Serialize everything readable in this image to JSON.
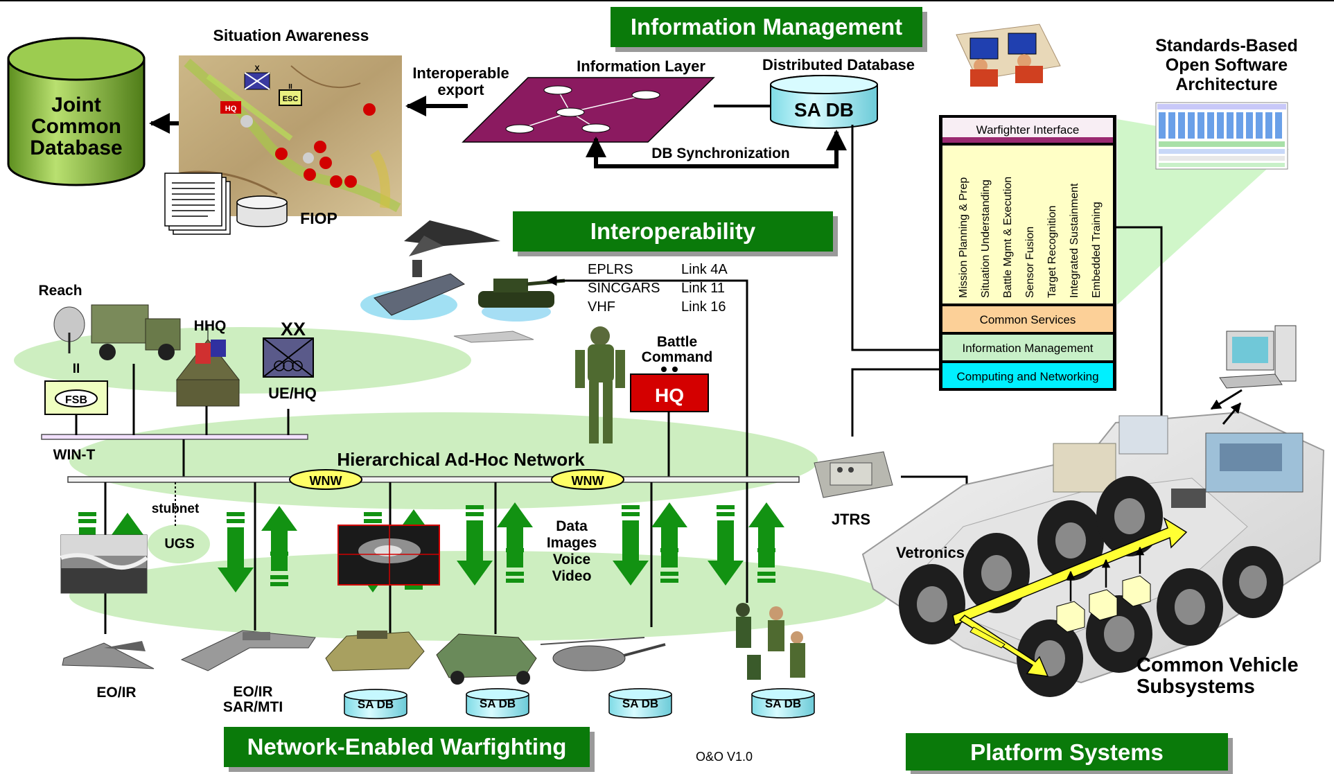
{
  "banners": {
    "information_management": "Information Management",
    "interoperability": "Interoperability",
    "network_enabled_warfighting": "Network-Enabled Warfighting",
    "platform_systems": "Platform Systems"
  },
  "joint_db": {
    "line1": "Joint",
    "line2": "Common",
    "line3": "Database"
  },
  "situation_awareness": "Situation Awareness",
  "fiop": "FIOP",
  "interoperable_export": {
    "line1": "Interoperable",
    "line2": "export"
  },
  "information_layer": "Information Layer",
  "distributed_database": "Distributed Database",
  "sa_db_main": "SA DB",
  "db_synchronization": "DB Synchronization",
  "standards": {
    "line1": "Standards-Based",
    "line2": "Open Software",
    "line3": "Architecture"
  },
  "software_stack": {
    "warfighter_interface": "Warfighter Interface",
    "apps": [
      "Mission Planning & Prep",
      "Situation Understanding",
      "Battle Mgmt & Execution",
      "Sensor Fusion",
      "Target Recognition",
      "Integrated Sustainment",
      "Embedded Training"
    ],
    "common_services": "Common Services",
    "information_management": "Information Management",
    "computing_networking": "Computing and Networking"
  },
  "links": {
    "radios": [
      "EPLRS",
      "SINCGARS",
      "VHF"
    ],
    "link_names": [
      "Link 4A",
      "Link 11",
      "Link 16"
    ]
  },
  "units": {
    "reach": "Reach",
    "hhq": "HHQ",
    "xx": "XX",
    "ue_hq": "UE/HQ",
    "ii": "II",
    "fsb": "FSB",
    "win_t": "WIN-T",
    "battle_command": {
      "line1": "Battle",
      "line2": "Command"
    },
    "hq": "HQ",
    "map_hq": "HQ",
    "map_x": "X",
    "map_ii": "II",
    "map_esc": "ESC"
  },
  "network": {
    "title": "Hierarchical Ad-Hoc Network",
    "wnw_left": "WNW",
    "wnw_right": "WNW",
    "stubnet": "stubnet",
    "ugs": "UGS",
    "data_types": [
      "Data",
      "Images",
      "Voice",
      "Video"
    ]
  },
  "jtrs": "JTRS",
  "vetronics": "Vetronics",
  "common_vehicle": {
    "line1": "Common Vehicle",
    "line2": "Subsystems"
  },
  "platforms": {
    "eo_ir": "EO/IR",
    "eo_ir_sar": {
      "line1": "EO/IR",
      "line2": "SAR/MTI"
    },
    "sa_db_labels": [
      "SA DB",
      "SA DB",
      "SA DB",
      "SA DB"
    ]
  },
  "version": "O&O V1.0",
  "colors": {
    "banner_green": "#0a7a0a",
    "db_green": "#8cbf3f",
    "sa_db_cyan": "#aaf0f6",
    "info_layer_purple": "#8b1a60",
    "network_ellipse": "#cdeec0",
    "arrow_green": "#129212",
    "hq_red": "#d40000",
    "stack_yellow": "#ffffc6",
    "stack_orange": "#fcd098",
    "stack_green": "#c8f0c8",
    "stack_cyan": "#00f0ff",
    "vehicle_arrow_yellow": "#ffff33"
  }
}
